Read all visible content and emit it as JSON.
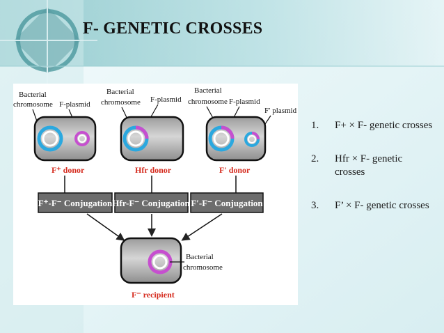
{
  "title": "F- GENETIC CROSSES",
  "diagram": {
    "cells": [
      {
        "chromosome_label": [
          "Bacterial",
          "chromosome"
        ],
        "plasmid_label": "F-plasmid",
        "donor": "F⁺ donor"
      },
      {
        "chromosome_label": [
          "Bacterial",
          "chromosome"
        ],
        "plasmid_label": "F-plasmid",
        "donor": "Hfr donor"
      },
      {
        "chromosome_label": [
          "Bacterial",
          "chromosome"
        ],
        "plasmid_label": "F-plasmid",
        "prime_label": "F′ plasmid",
        "donor": "F′ donor"
      }
    ],
    "conjugations": [
      "F⁺-F⁻ Conjugation",
      "Hfr-F⁻ Conjugation",
      "F′-F⁻ Conjugation"
    ],
    "recipient": {
      "chromosome_label": [
        "Bacterial",
        "chromosome"
      ],
      "label": "F⁻ recipient"
    }
  },
  "list": [
    {
      "num": "1.",
      "text": "F+ × F- genetic crosses"
    },
    {
      "num": "2.",
      "text": "Hfr × F- genetic crosses"
    },
    {
      "num": "3.",
      "text": "F’ × F- genetic crosses"
    }
  ],
  "colors": {
    "plasmid": "#c64fcf",
    "chromosome": "#2ba8df",
    "donor_text": "#d52b1e",
    "conjugation_box": "#6d6d6d"
  }
}
